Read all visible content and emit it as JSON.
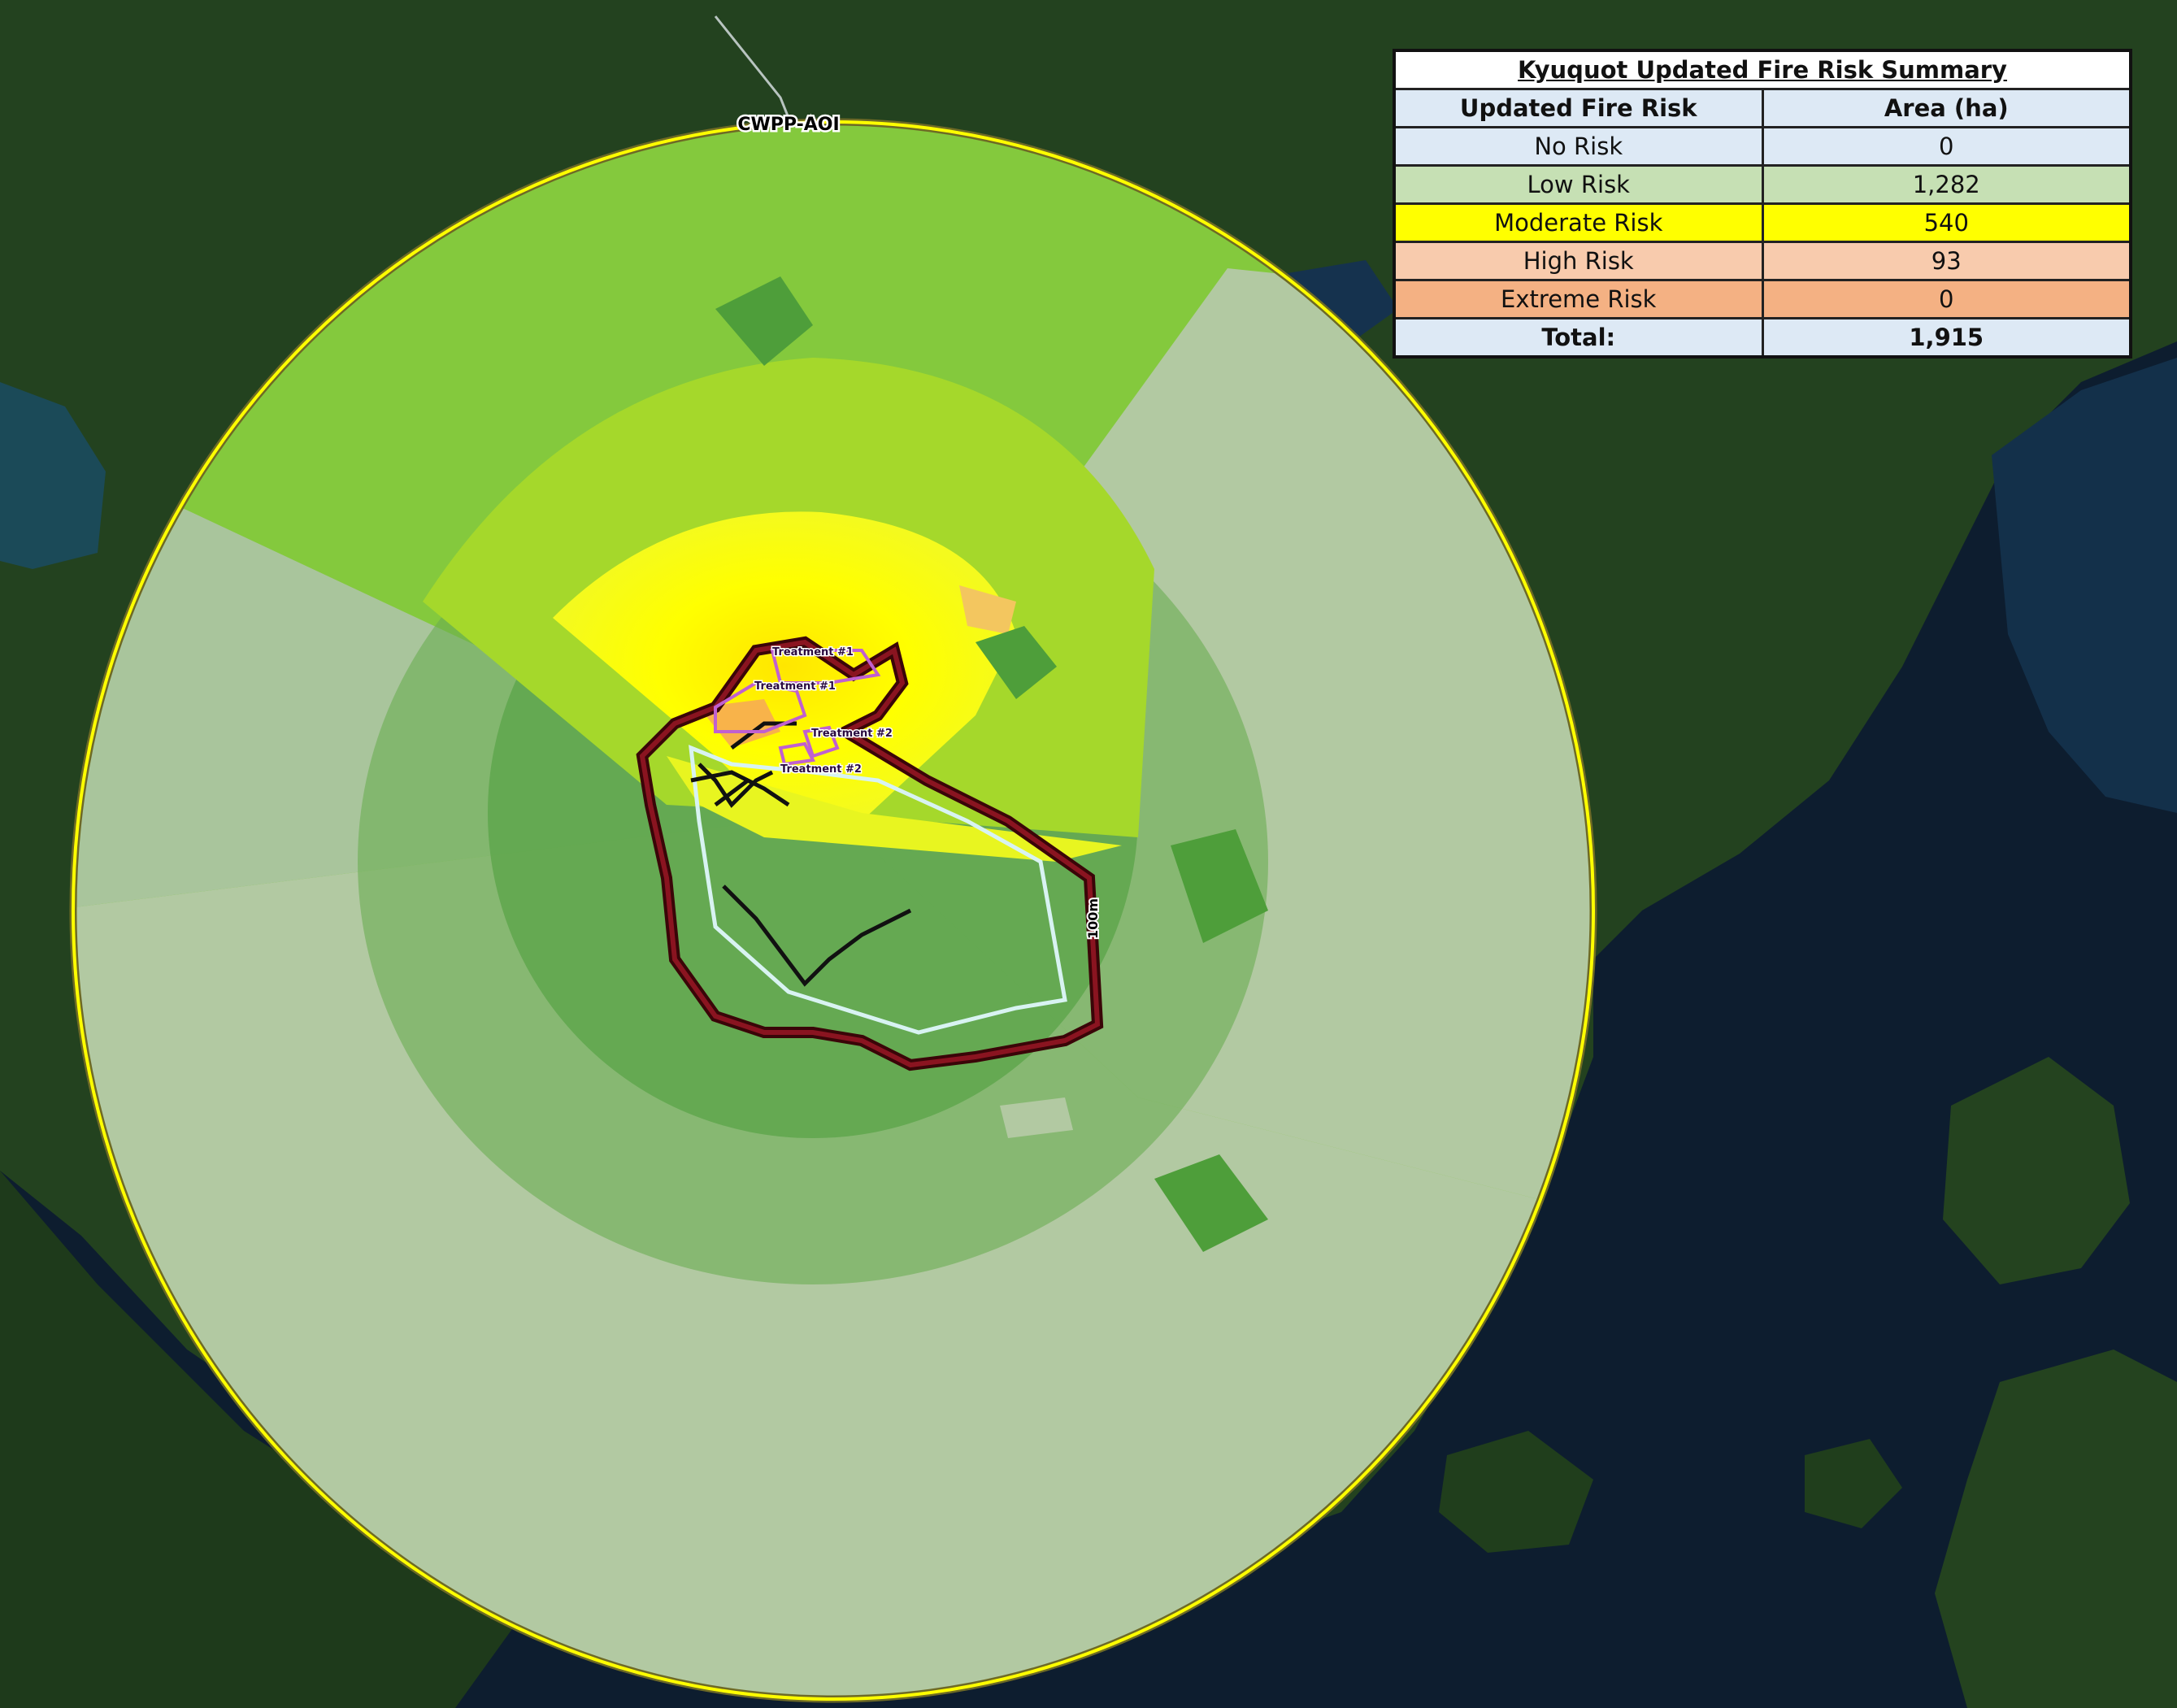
{
  "map": {
    "aoi_label": "CWPP-AOI",
    "buffer_label": "100m",
    "treatments": [
      "Treatment #1",
      "Treatment #1",
      "Treatment #2",
      "Treatment #2"
    ]
  },
  "colors": {
    "water": "#0d1d2f",
    "forest": "#22401e",
    "low_risk": "#7fc73a",
    "moderate_risk": "#ffff00",
    "high_risk": "#f8c49f",
    "extreme_risk": "#f0a27a",
    "no_risk": "#dde9f5",
    "aoi_outline": "#ffff00",
    "buffer_outline": "#7a0b14",
    "treatment_outline": "#c060d0"
  },
  "summary": {
    "title": "Kyuquot Updated Fire Risk Summary",
    "headers": {
      "risk": "Updated Fire Risk",
      "area": "Area (ha)"
    },
    "rows": [
      {
        "risk": "No Risk",
        "area": "0",
        "color": "#dde9f5"
      },
      {
        "risk": "Low Risk",
        "area": "1,282",
        "color": "#c6e0b4"
      },
      {
        "risk": "Moderate Risk",
        "area": "540",
        "color": "#ffff00"
      },
      {
        "risk": "High Risk",
        "area": "93",
        "color": "#f8cbad"
      },
      {
        "risk": "Extreme Risk",
        "area": "0",
        "color": "#f4b183"
      }
    ],
    "total": {
      "label": "Total:",
      "area": "1,915"
    }
  }
}
